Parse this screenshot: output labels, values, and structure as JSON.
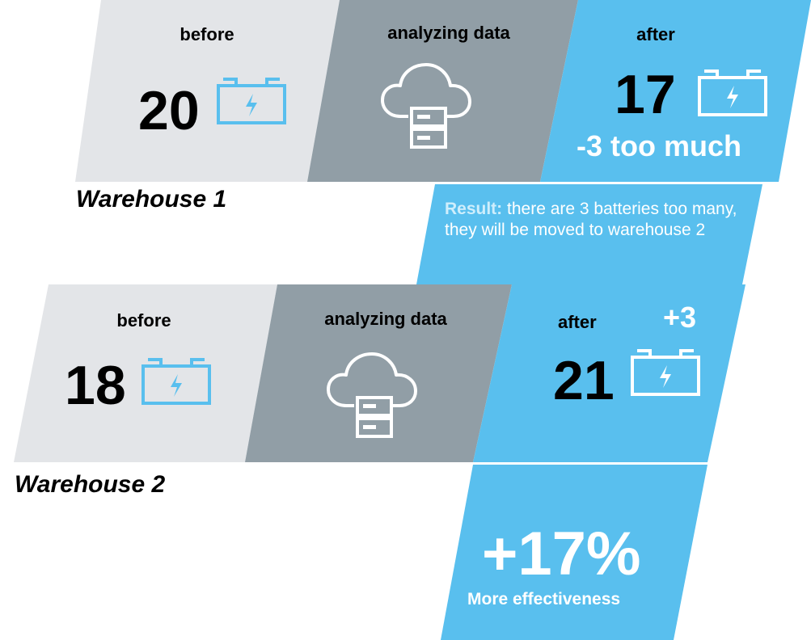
{
  "colors": {
    "light": "#e3e5e8",
    "gray": "#919ea6",
    "blue": "#59bfee"
  },
  "warehouse1": {
    "label": "Warehouse 1",
    "before_label": "before",
    "before_value": "20",
    "analyzing_label": "analyzing data",
    "after_label": "after",
    "after_value": "17",
    "after_note": "-3 too much"
  },
  "result": {
    "prefix": "Result:",
    "text": "there are 3 batteries too many, they will be moved to warehouse 2"
  },
  "warehouse2": {
    "label": "Warehouse 2",
    "before_label": "before",
    "before_value": "18",
    "analyzing_label": "analyzing data",
    "after_label": "after",
    "after_delta": "+3",
    "after_value": "21"
  },
  "effectiveness": {
    "value": "+17%",
    "label": "More effectiveness"
  },
  "icons": {
    "battery": "battery-icon",
    "cloud": "cloud-server-icon"
  }
}
